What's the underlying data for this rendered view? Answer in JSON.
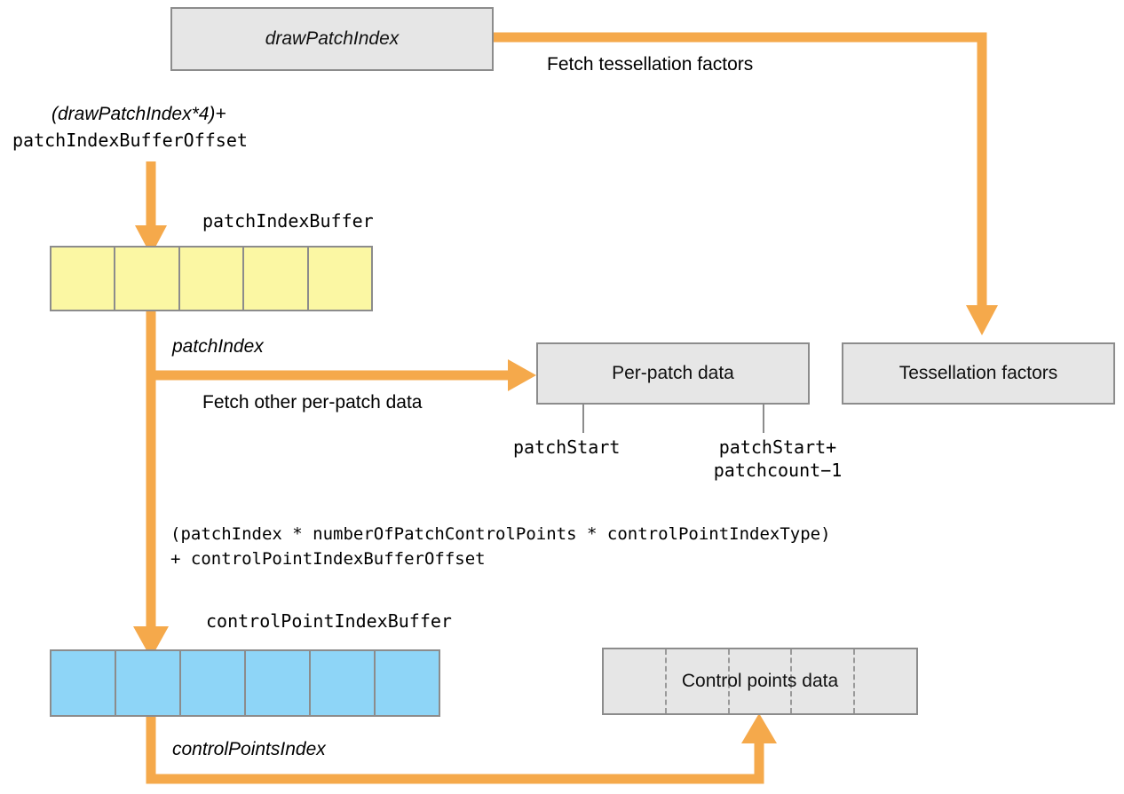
{
  "diagram": {
    "title": "Metal tessellation patch indexing data flow",
    "colors": {
      "arrow": "#f5a94b",
      "box_fill": "#e6e6e6",
      "box_border": "#8c8c8c",
      "buffer_yellow": "#fbf7a3",
      "buffer_blue": "#8ed5f7",
      "tick_line": "#8c8c8c",
      "text": "#000000"
    }
  },
  "boxes": {
    "draw_patch_index": {
      "label": "drawPatchIndex"
    },
    "per_patch_data": {
      "label": "Per-patch data"
    },
    "tessellation_factors": {
      "label": "Tessellation factors"
    },
    "control_points_data": {
      "label": "Control points data",
      "segments": 5
    }
  },
  "buffers": {
    "patch_index_buffer": {
      "title": "patchIndexBuffer",
      "cells": 5
    },
    "control_point_index_buffer": {
      "title": "controlPointIndexBuffer",
      "cells": 6
    }
  },
  "labels": {
    "offset_expr_italic": "(drawPatchIndex*4)+",
    "offset_expr_mono": "patchIndexBufferOffset",
    "fetch_tessellation_factors": "Fetch tessellation factors",
    "patch_index": "patchIndex",
    "fetch_other_per_patch_data": "Fetch other per-patch data",
    "patch_start": "patchStart",
    "patch_start_plus_count_line1": "patchStart+",
    "patch_start_plus_count_line2": "patchcount−1",
    "control_point_expr_line1": "(patchIndex * numberOfPatchControlPoints * controlPointIndexType)",
    "control_point_expr_line2": "+ controlPointIndexBufferOffset",
    "control_points_index": "controlPointsIndex"
  },
  "arrows": [
    {
      "name": "drawpatchindex-to-tessellation-factors",
      "from": "drawPatchIndex right edge",
      "to": "Tessellation factors top",
      "label": "Fetch tessellation factors"
    },
    {
      "name": "offset-to-patch-index-buffer",
      "from": "(drawPatchIndex*4)+patchIndexBufferOffset",
      "to": "patchIndexBuffer cell 2"
    },
    {
      "name": "patch-index-buffer-to-per-patch-data",
      "from": "patchIndexBuffer",
      "to": "Per-patch data left edge",
      "label": "Fetch other per-patch data"
    },
    {
      "name": "patch-index-buffer-to-control-point-index-buffer",
      "from": "patchIndexBuffer",
      "to": "controlPointIndexBuffer cell 2"
    },
    {
      "name": "control-point-index-buffer-to-control-points-data",
      "from": "controlPointIndexBuffer",
      "to": "Control points data bottom",
      "label": "controlPointsIndex"
    }
  ]
}
